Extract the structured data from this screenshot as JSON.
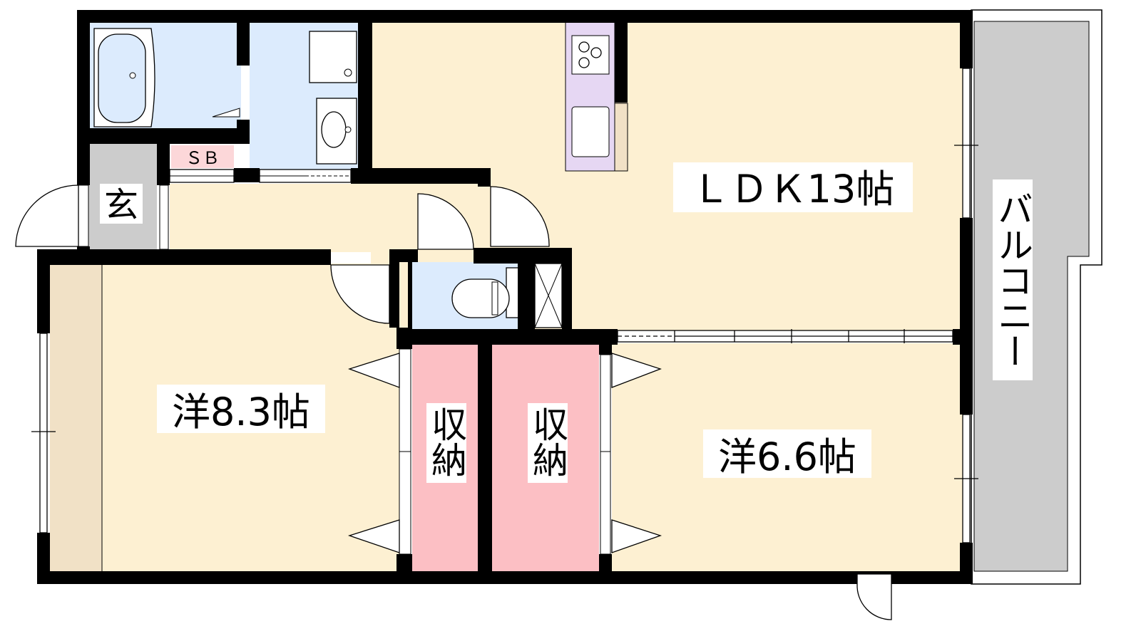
{
  "rooms": {
    "ldk": "ＬＤＫ13帖",
    "western_1": "洋8.3帖",
    "western_2": "洋6.6帖",
    "storage_1": "収納",
    "storage_2": "収納",
    "entrance": "玄",
    "shoe_box": "ＳＢ",
    "balcony": "バルコニー"
  },
  "colors": {
    "wall": "#000000",
    "floor": "#fdf0d2",
    "wet_area": "#dcebfd",
    "storage": "#fcbfc4",
    "entrance_floor": "#cccccc",
    "balcony": "#cccccc",
    "kitchen": "#e6d7f3",
    "closet_strip": "#f1e1c6",
    "shoe_box_fill": "#fcd7d9"
  }
}
